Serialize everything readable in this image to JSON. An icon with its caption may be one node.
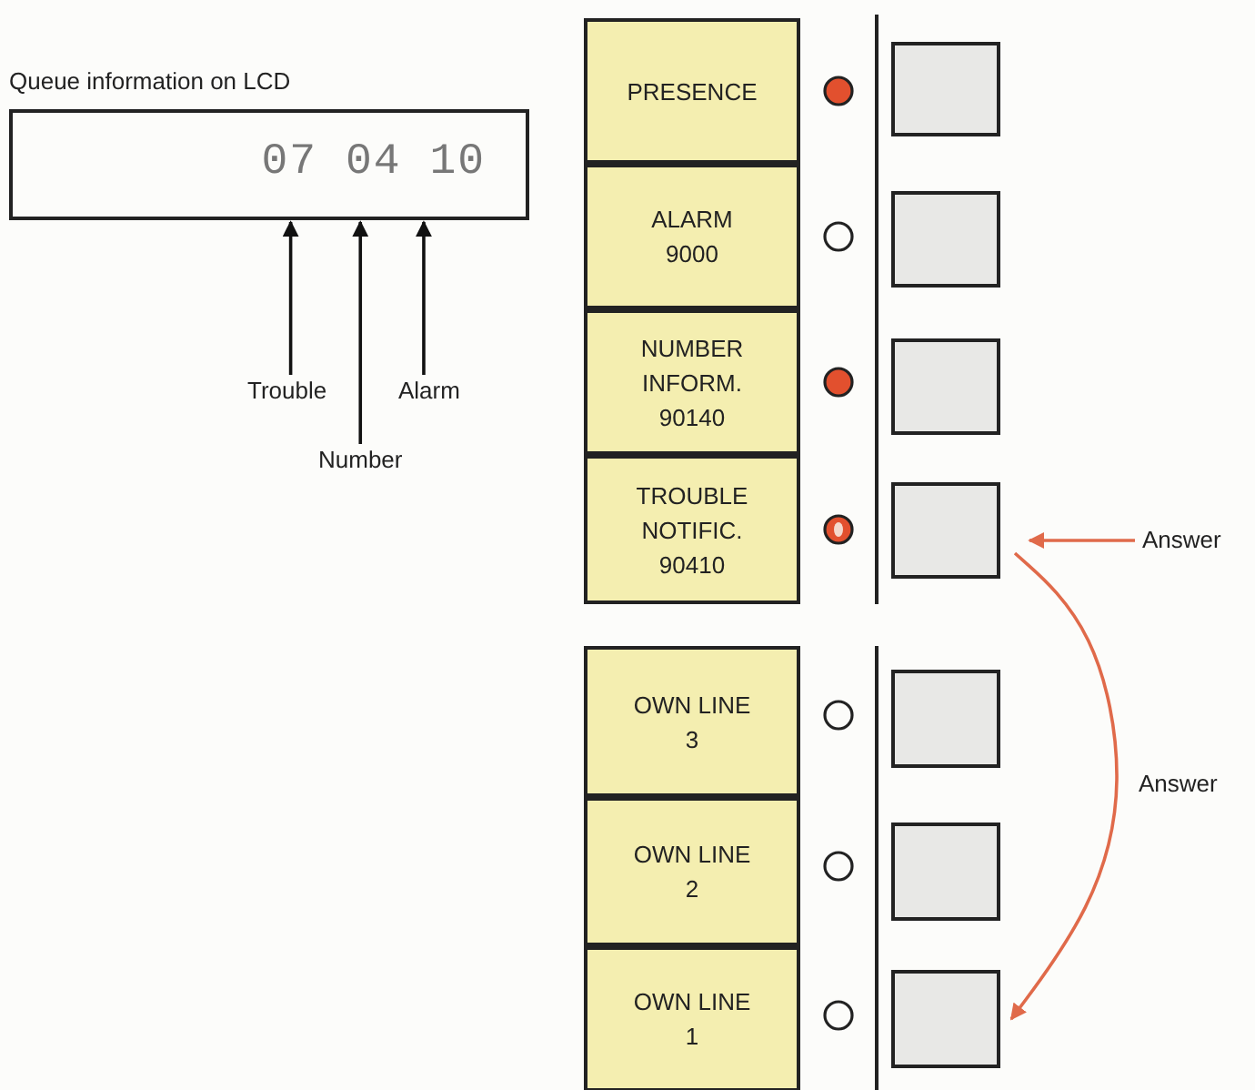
{
  "diagram": {
    "nodes": [
      {
        "text": [
          "Queue information on LCD",
          "07 04 10"
        ]
      },
      {
        "text": [
          "Trouble"
        ]
      },
      {
        "text": [
          "Number"
        ]
      },
      {
        "text": [
          "Alarm"
        ]
      },
      {
        "text": [
          "PRESENCE"
        ]
      },
      {
        "text": [
          "ALARM 9000"
        ]
      },
      {
        "text": [
          "NUMBER INFORM. 90140"
        ]
      },
      {
        "text": [
          "TROUBLE NOTIFIC. 90410"
        ]
      },
      {
        "text": [
          "OWN LINE 3"
        ]
      },
      {
        "text": [
          "OWN LINE 2"
        ]
      },
      {
        "text": [
          "OWN LINE 1"
        ]
      },
      {
        "text": [],
        "shape": "box"
      },
      {
        "text": [],
        "shape": "box"
      },
      {
        "text": [],
        "shape": "box"
      },
      {
        "text": [],
        "shape": "box"
      },
      {
        "text": [],
        "shape": "box"
      },
      {
        "text": [],
        "shape": "box"
      },
      {
        "text": [],
        "shape": "box"
      },
      {
        "text": [
          "Answer"
        ]
      }
    ],
    "edges": [
      {
        "from": 1,
        "to": 0,
        "arrow": "to"
      },
      {
        "from": 2,
        "to": 0,
        "arrow": "to"
      },
      {
        "from": 3,
        "to": 0,
        "arrow": "to"
      },
      {
        "from": 18,
        "to": 14,
        "arrow": "to",
        "color": "#e06a4a"
      },
      {
        "from": 14,
        "to": 17,
        "arrow": "to",
        "label": "Answer",
        "color": "#e06a4a"
      }
    ]
  }
}
